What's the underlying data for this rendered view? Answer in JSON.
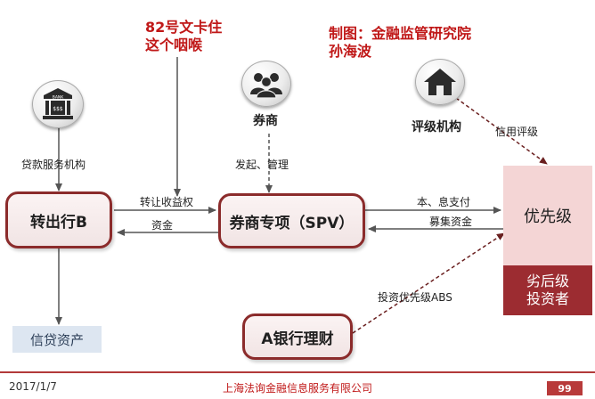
{
  "notes": {
    "red_note": [
      "82号文卡住",
      "这个咽喉"
    ],
    "credit": [
      "制图：金融监管研究院",
      "孙海波"
    ]
  },
  "actors": {
    "bank_icon_text": "BANK",
    "bank_icon_sign": "$$$",
    "broker": "券商",
    "rating_agency": "评级机构"
  },
  "boxes": {
    "transferor": "转出行B",
    "spv": "券商专项（SPV）",
    "bank_a": "A银行理财",
    "senior": "优先级",
    "junior": [
      "劣后级",
      "投资者"
    ],
    "credit_assets": "信贷资产"
  },
  "flows": {
    "loan_servicer": "贷款服务机构",
    "transfer_income": "转让收益权",
    "funds": "资金",
    "initiate_manage": "发起、管理",
    "principal_interest": "本、息支付",
    "raise_funds": "募集资金",
    "invest_senior_abs": "投资优先级ABS",
    "credit_rating": "信用评级"
  },
  "footer": {
    "date": "2017/1/7",
    "company": "上海法询金融信息服务有限公司",
    "page": "99"
  },
  "colors": {
    "box_border": "#8b2b2b",
    "note_red": "#c01818",
    "senior_fill": "#f4d5d5",
    "junior_fill": "#9c2c31"
  }
}
